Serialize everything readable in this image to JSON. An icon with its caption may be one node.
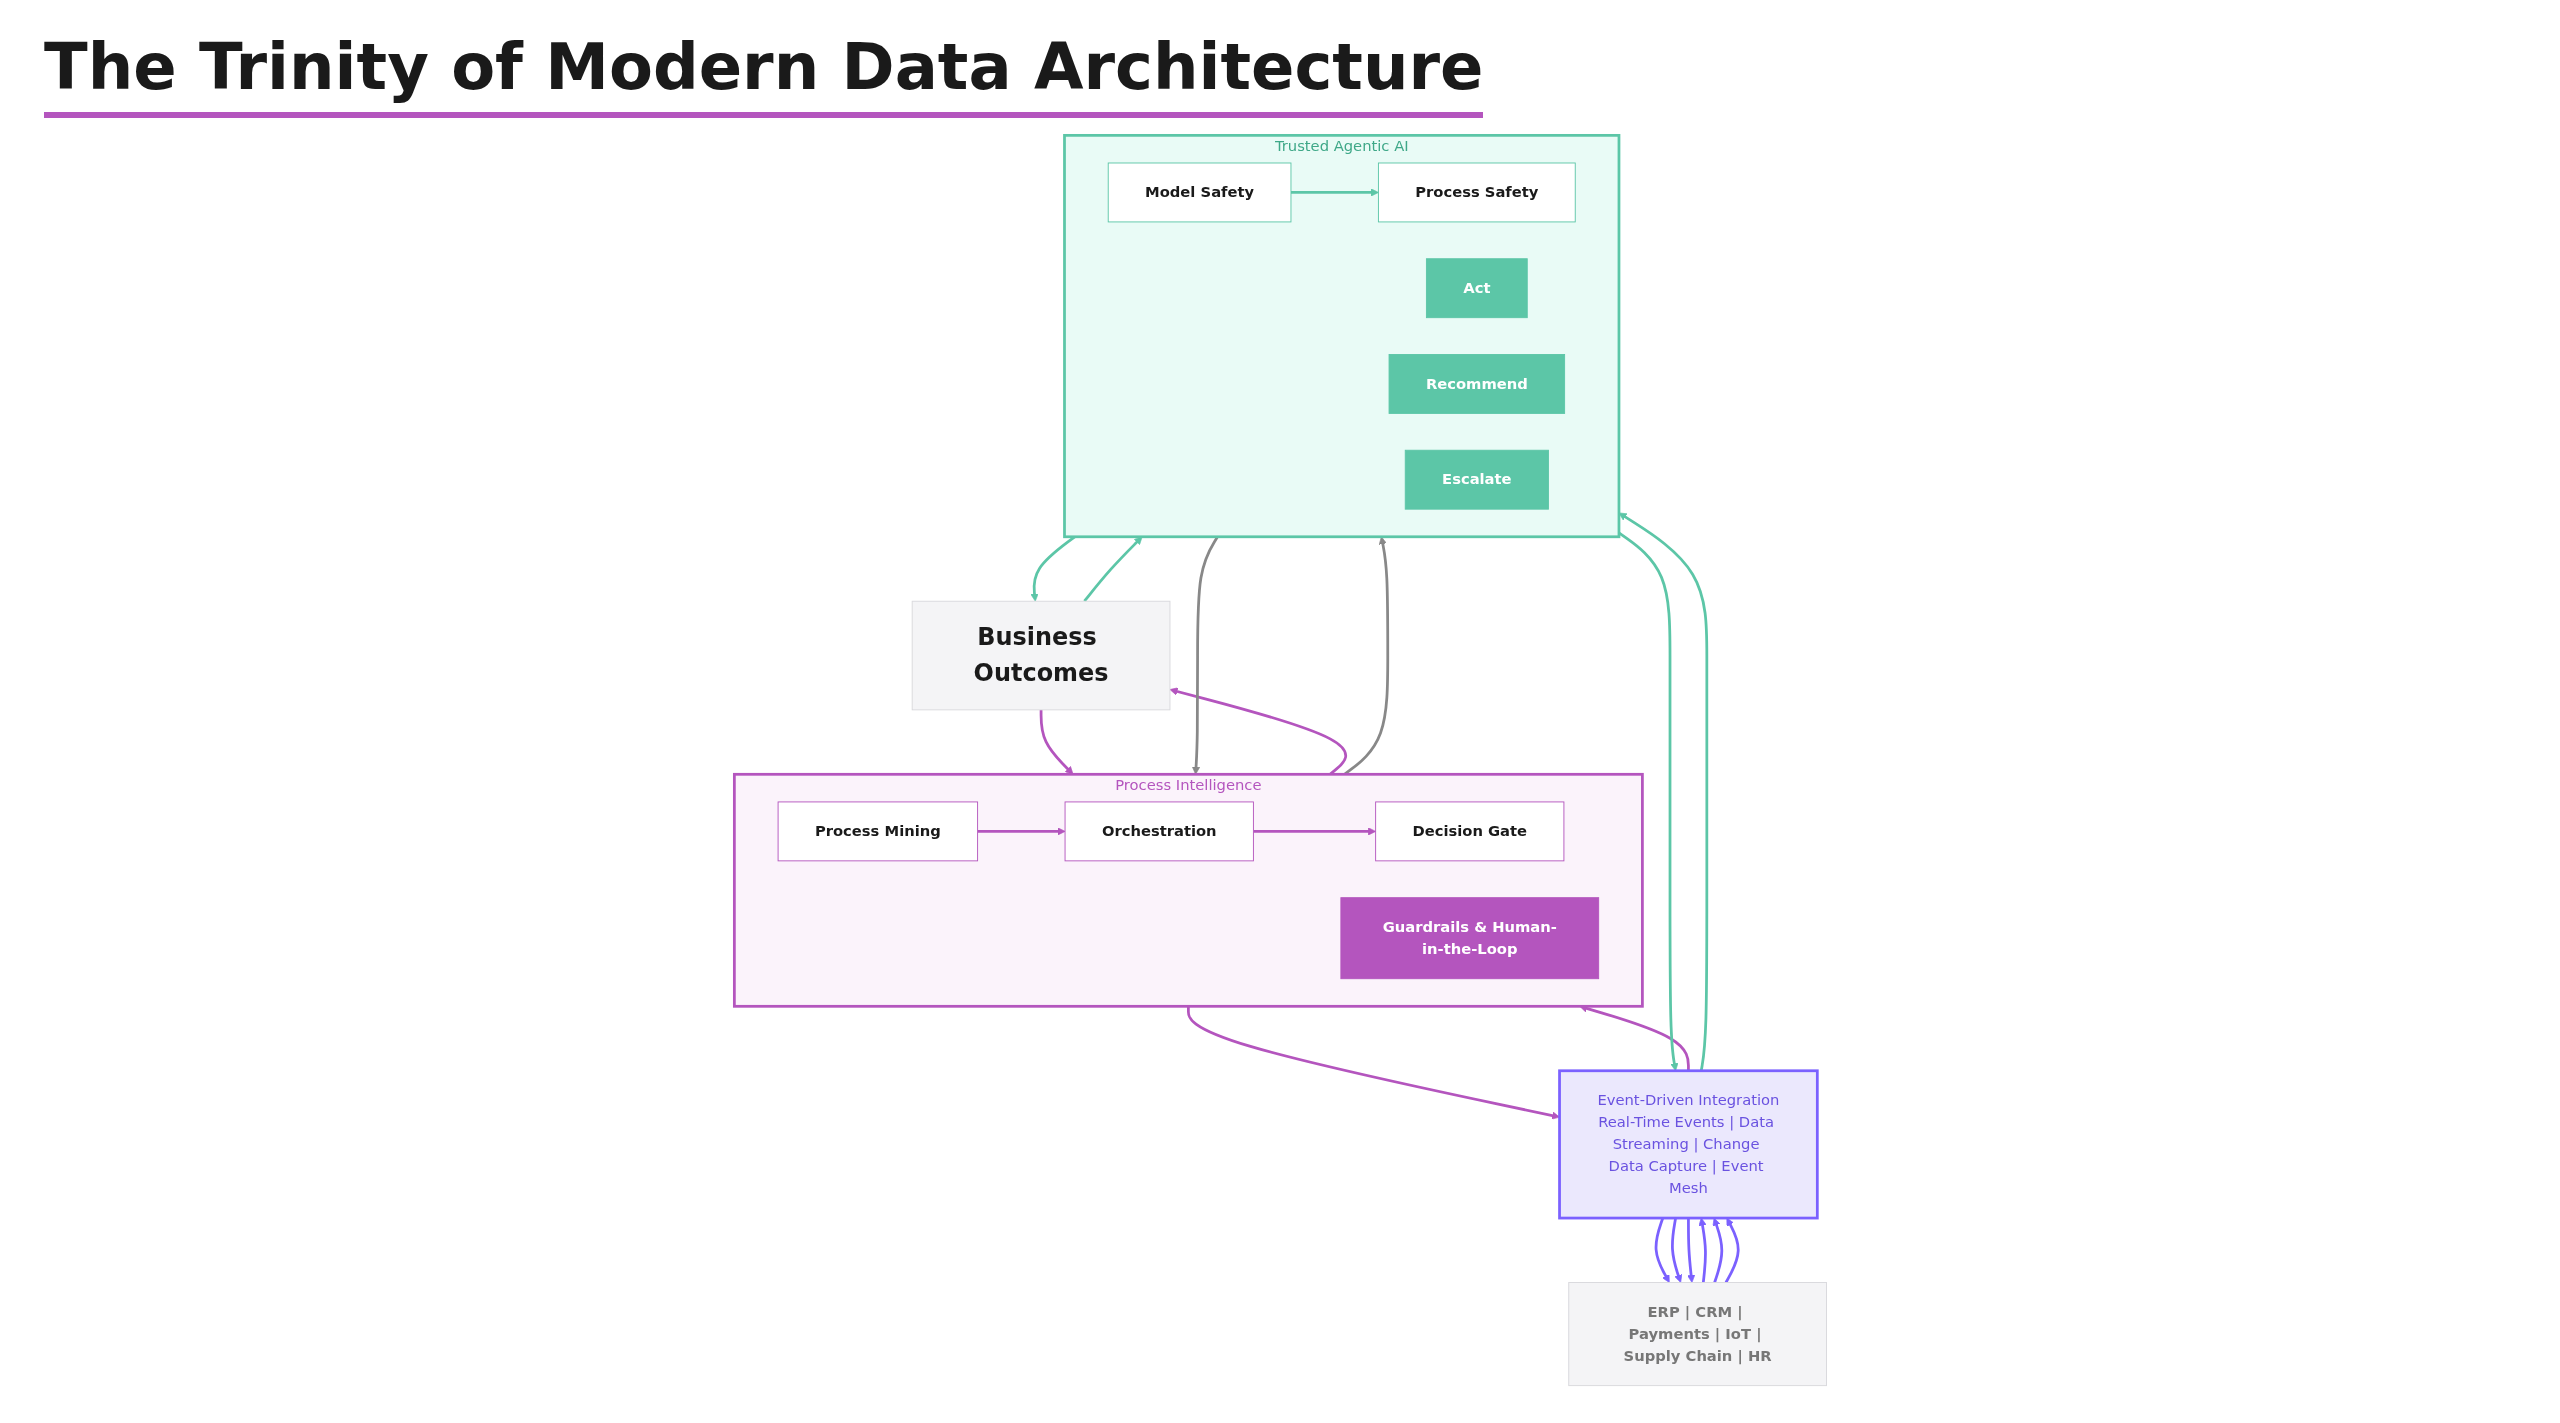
{
  "diagram": {
    "title": "The Trinity of Modern Data Architecture",
    "nodes": [
      {
        "text": [
          "Business Outcomes"
        ]
      },
      {
        "text": [
          "Process Intelligence"
        ]
      },
      {
        "text": [
          "Process Mining"
        ],
        "in": 1
      },
      {
        "text": [
          "Orchestration"
        ],
        "in": 1
      },
      {
        "text": [
          "Decision Gate"
        ],
        "in": 1
      },
      {
        "text": [
          "Guardrails & Human-in-the-Loop"
        ],
        "in": 1
      },
      {
        "text": [
          "Trusted Agentic AI"
        ]
      },
      {
        "text": [
          "Model Safety"
        ],
        "in": 6
      },
      {
        "text": [
          "Process Safety"
        ],
        "in": 6
      },
      {
        "text": [
          "Act"
        ],
        "in": 6
      },
      {
        "text": [
          "Recommend"
        ],
        "in": 6
      },
      {
        "text": [
          "Escalate"
        ],
        "in": 6
      },
      {
        "text": [
          "Event-Driven Integration",
          "Real-Time Events | Data Streaming | Change Data Capture | Event Mesh"
        ]
      },
      {
        "text": [
          "ERP | CRM | Payments | IoT | Supply Chain | HR"
        ]
      }
    ],
    "edges": [
      {
        "from": 0,
        "to": 1,
        "arrow": "to",
        "color": "#b455be"
      },
      {
        "from": 1,
        "to": 0,
        "arrow": "to",
        "color": "#b455be"
      },
      {
        "from": 0,
        "to": 6,
        "arrow": "to",
        "color": "#5cc6a7"
      },
      {
        "from": 6,
        "to": 0,
        "arrow": "to",
        "color": "#5cc6a7"
      },
      {
        "from": 2,
        "to": 3,
        "arrow": "to",
        "color": "#b455be"
      },
      {
        "from": 3,
        "to": 4,
        "arrow": "to",
        "color": "#b455be"
      },
      {
        "from": 7,
        "to": 8,
        "arrow": "to",
        "color": "#5cc6a7"
      },
      {
        "from": 1,
        "to": 6,
        "arrow": "to",
        "color": "#888888"
      },
      {
        "from": 6,
        "to": 1,
        "arrow": "to",
        "color": "#888888"
      },
      {
        "from": 1,
        "to": 12,
        "arrow": "to",
        "color": "#b455be"
      },
      {
        "from": 12,
        "to": 1,
        "arrow": "to",
        "color": "#b455be"
      },
      {
        "from": 6,
        "to": 12,
        "arrow": "to",
        "color": "#5cc6a7"
      },
      {
        "from": 12,
        "to": 6,
        "arrow": "to",
        "color": "#5cc6a7"
      },
      {
        "from": 12,
        "to": 13,
        "arrow": "to",
        "color": "#7b61ff"
      },
      {
        "from": 13,
        "to": 12,
        "arrow": "to",
        "color": "#7b61ff"
      },
      {
        "from": 12,
        "to": 13,
        "arrow": "to",
        "color": "#7b61ff"
      },
      {
        "from": 13,
        "to": 12,
        "arrow": "to",
        "color": "#7b61ff"
      },
      {
        "from": 13,
        "to": 12,
        "arrow": "to",
        "color": "#7b61ff"
      },
      {
        "from": 12,
        "to": 13,
        "arrow": "to",
        "color": "#7b61ff"
      }
    ]
  }
}
